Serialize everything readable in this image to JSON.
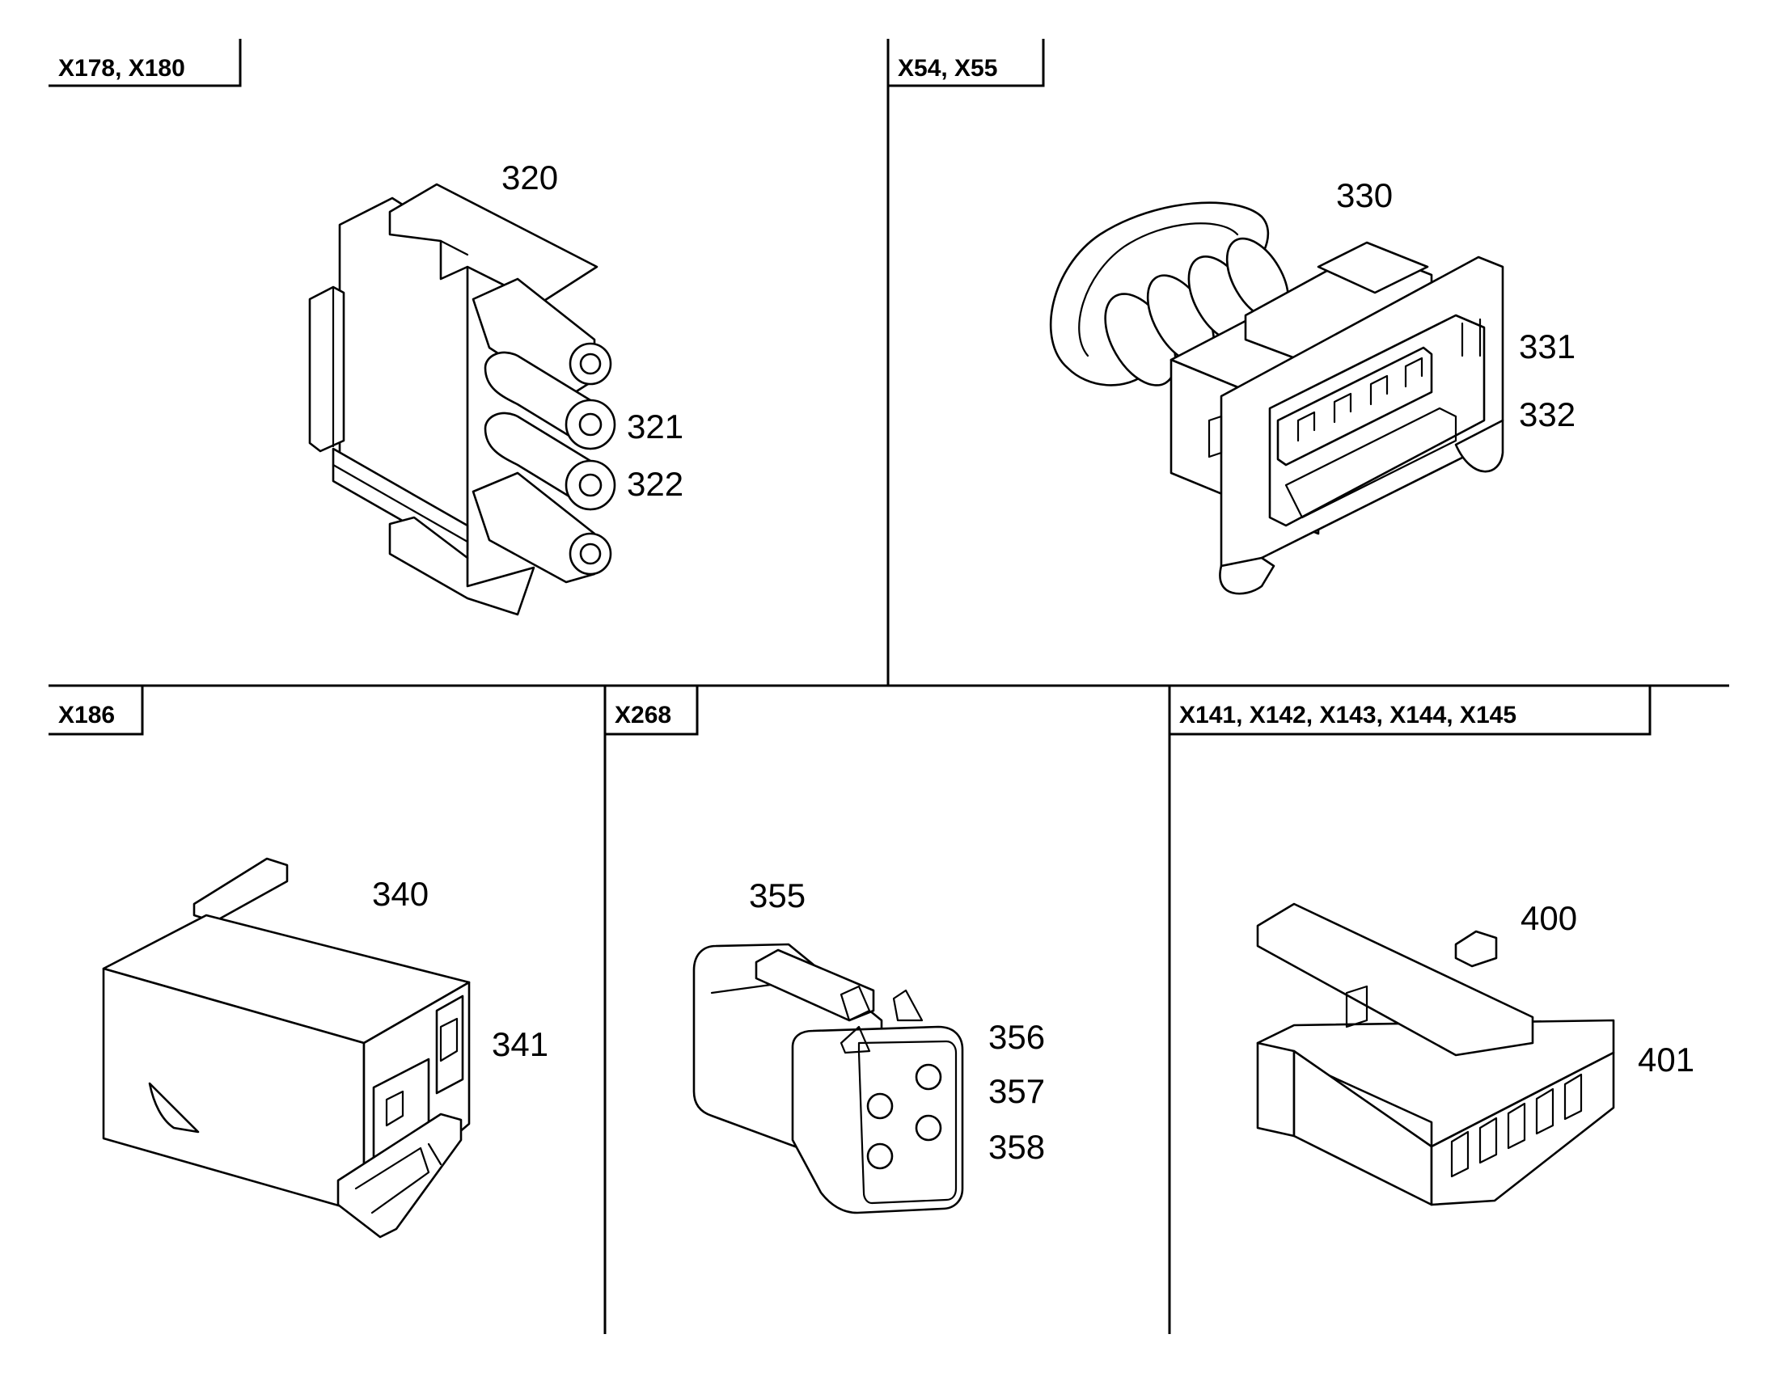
{
  "panels": [
    {
      "id": "p1",
      "tag": "X178, X180",
      "parts": [
        "320",
        "321",
        "322"
      ]
    },
    {
      "id": "p2",
      "tag": "X54, X55",
      "parts": [
        "330",
        "331",
        "332"
      ]
    },
    {
      "id": "p3",
      "tag": "X186",
      "parts": [
        "340",
        "341"
      ]
    },
    {
      "id": "p4",
      "tag": "X268",
      "parts": [
        "355",
        "356",
        "357",
        "358"
      ]
    },
    {
      "id": "p5",
      "tag": "X141, X142, X143, X144, X145",
      "parts": [
        "400",
        "401"
      ]
    }
  ]
}
